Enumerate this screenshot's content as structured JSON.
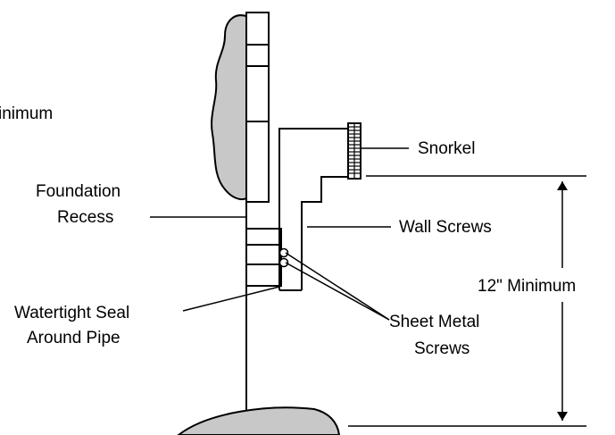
{
  "labels": {
    "clipped_left": "inimum",
    "snorkel": "Snorkel",
    "foundation_line1": "Foundation",
    "foundation_line2": "Recess",
    "wall_screws": "Wall Screws",
    "minimum": "12\" Minimum",
    "seal_line1": "Watertight Seal",
    "seal_line2": "Around Pipe",
    "sheet_line1": "Sheet Metal",
    "sheet_line2": "Screws"
  },
  "colors": {
    "stroke": "#000000",
    "ground_fill": "#c8c8c8",
    "background": "#ffffff"
  }
}
